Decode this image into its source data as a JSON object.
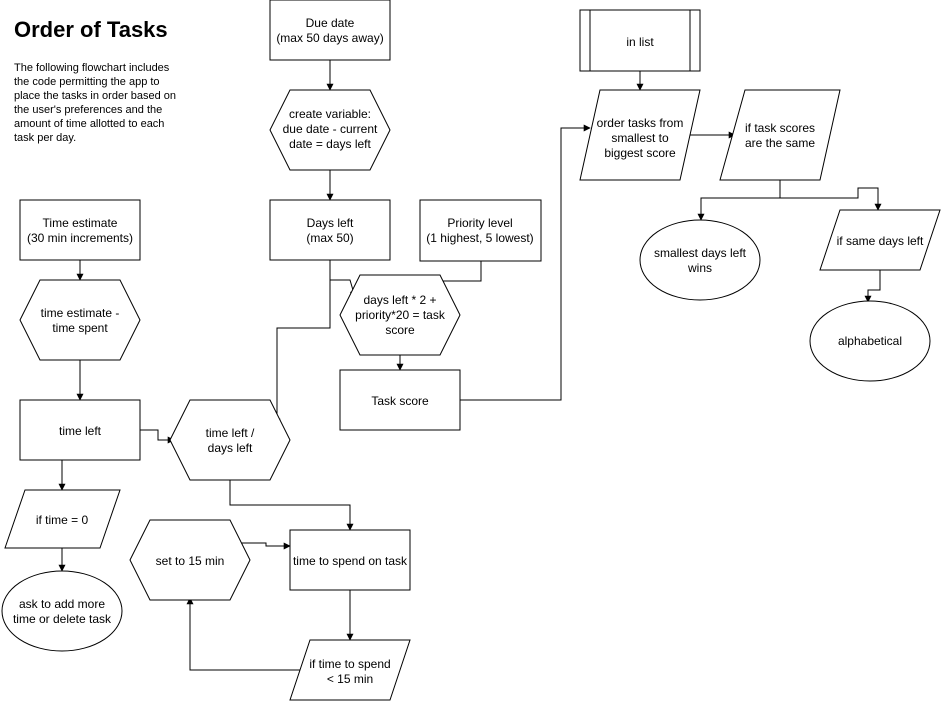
{
  "title": "Order of Tasks",
  "description": [
    "The following flowchart includes",
    "the code permitting the app to",
    "place the tasks in order based on",
    "the user's preferences and the",
    "amount of time allotted to each",
    "task per day."
  ],
  "nodes": {
    "due_date": [
      "Due date",
      "(max 50 days away)"
    ],
    "create_variable": [
      "create variable:",
      "due date - current",
      "date = days left"
    ],
    "days_left": [
      "Days left",
      "(max 50)"
    ],
    "priority_level": [
      "Priority level",
      "(1 highest, 5 lowest)"
    ],
    "task_score_formula": [
      "days left * 2 +",
      "priority*20 = task",
      "score"
    ],
    "task_score": [
      "Task score"
    ],
    "time_estimate": [
      "Time estimate",
      "(30 min increments)"
    ],
    "time_estimate_minus_spent": [
      "time estimate -",
      "time spent"
    ],
    "time_left": [
      "time left"
    ],
    "time_left_div_days_left": [
      "time left /",
      "days left"
    ],
    "if_time_zero": [
      "if time = 0"
    ],
    "ask_add_or_delete": [
      "ask to add more",
      "time or delete task"
    ],
    "time_to_spend": [
      "time to spend on task"
    ],
    "set_15_min": [
      "set to 15 min"
    ],
    "if_under_15": [
      "if time to spend",
      "< 15 min"
    ],
    "in_list": [
      "in list"
    ],
    "order_tasks": [
      "order tasks from",
      "smallest to",
      "biggest score"
    ],
    "if_scores_same": [
      "if task scores",
      "are the same"
    ],
    "smallest_days_wins": [
      "smallest days left",
      "wins"
    ],
    "if_same_days_left": [
      "if same days left"
    ],
    "alphabetical": [
      "alphabetical"
    ]
  }
}
